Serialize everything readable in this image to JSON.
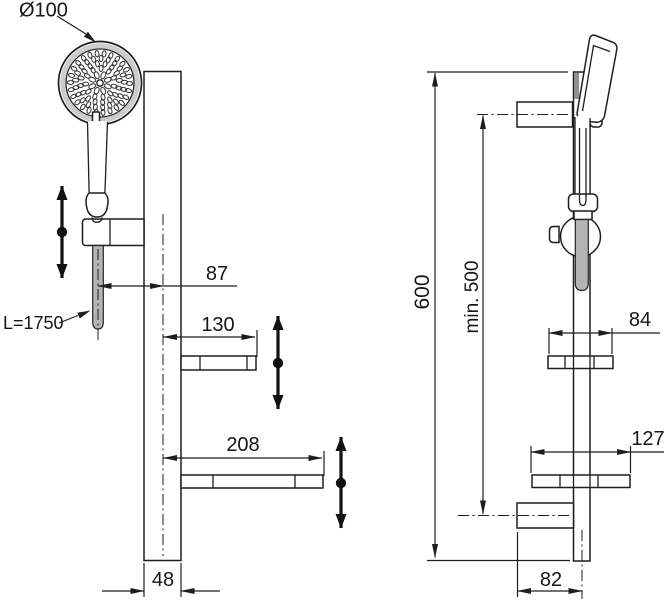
{
  "colors": {
    "line": "#1e1e1e",
    "hose_gray": "#b4b4b4",
    "rim_gray": "#cccccc",
    "background": "#ffffff"
  },
  "labels": {
    "head_diameter": "Ø100",
    "hose_length": "L=1750",
    "front_offset": "87",
    "front_shelf_small": "130",
    "front_shelf_large": "208",
    "front_rail_width": "48",
    "side_rail_length": "600",
    "side_bracket_min": "min. 500",
    "side_shelf_small": "84",
    "side_shelf_large": "127",
    "side_wall_offset": "82"
  }
}
